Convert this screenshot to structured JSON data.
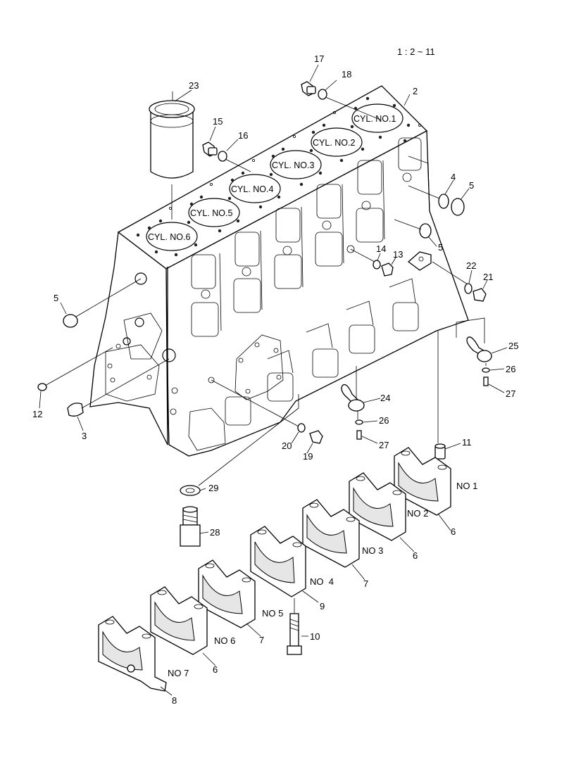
{
  "scale_note": "1 : 2 ~ 11",
  "cylinders": [
    "CYL. NO.1",
    "CYL. NO.2",
    "CYL. NO.3",
    "CYL. NO.4",
    "CYL. NO.5",
    "CYL. NO.6"
  ],
  "callouts": [
    "17",
    "18",
    "2",
    "23",
    "15",
    "16",
    "4",
    "5",
    "5",
    "14",
    "13",
    "22",
    "21",
    "5",
    "25",
    "26",
    "27",
    "12",
    "3",
    "24",
    "26",
    "27",
    "20",
    "19",
    "11",
    "29",
    "28",
    "10",
    "9",
    "7",
    "7",
    "6",
    "6",
    "6",
    "8"
  ],
  "caps": [
    "NO 1",
    "NO 2",
    "NO 3",
    "NO  4",
    "NO 5",
    "NO 6",
    "NO 7"
  ]
}
